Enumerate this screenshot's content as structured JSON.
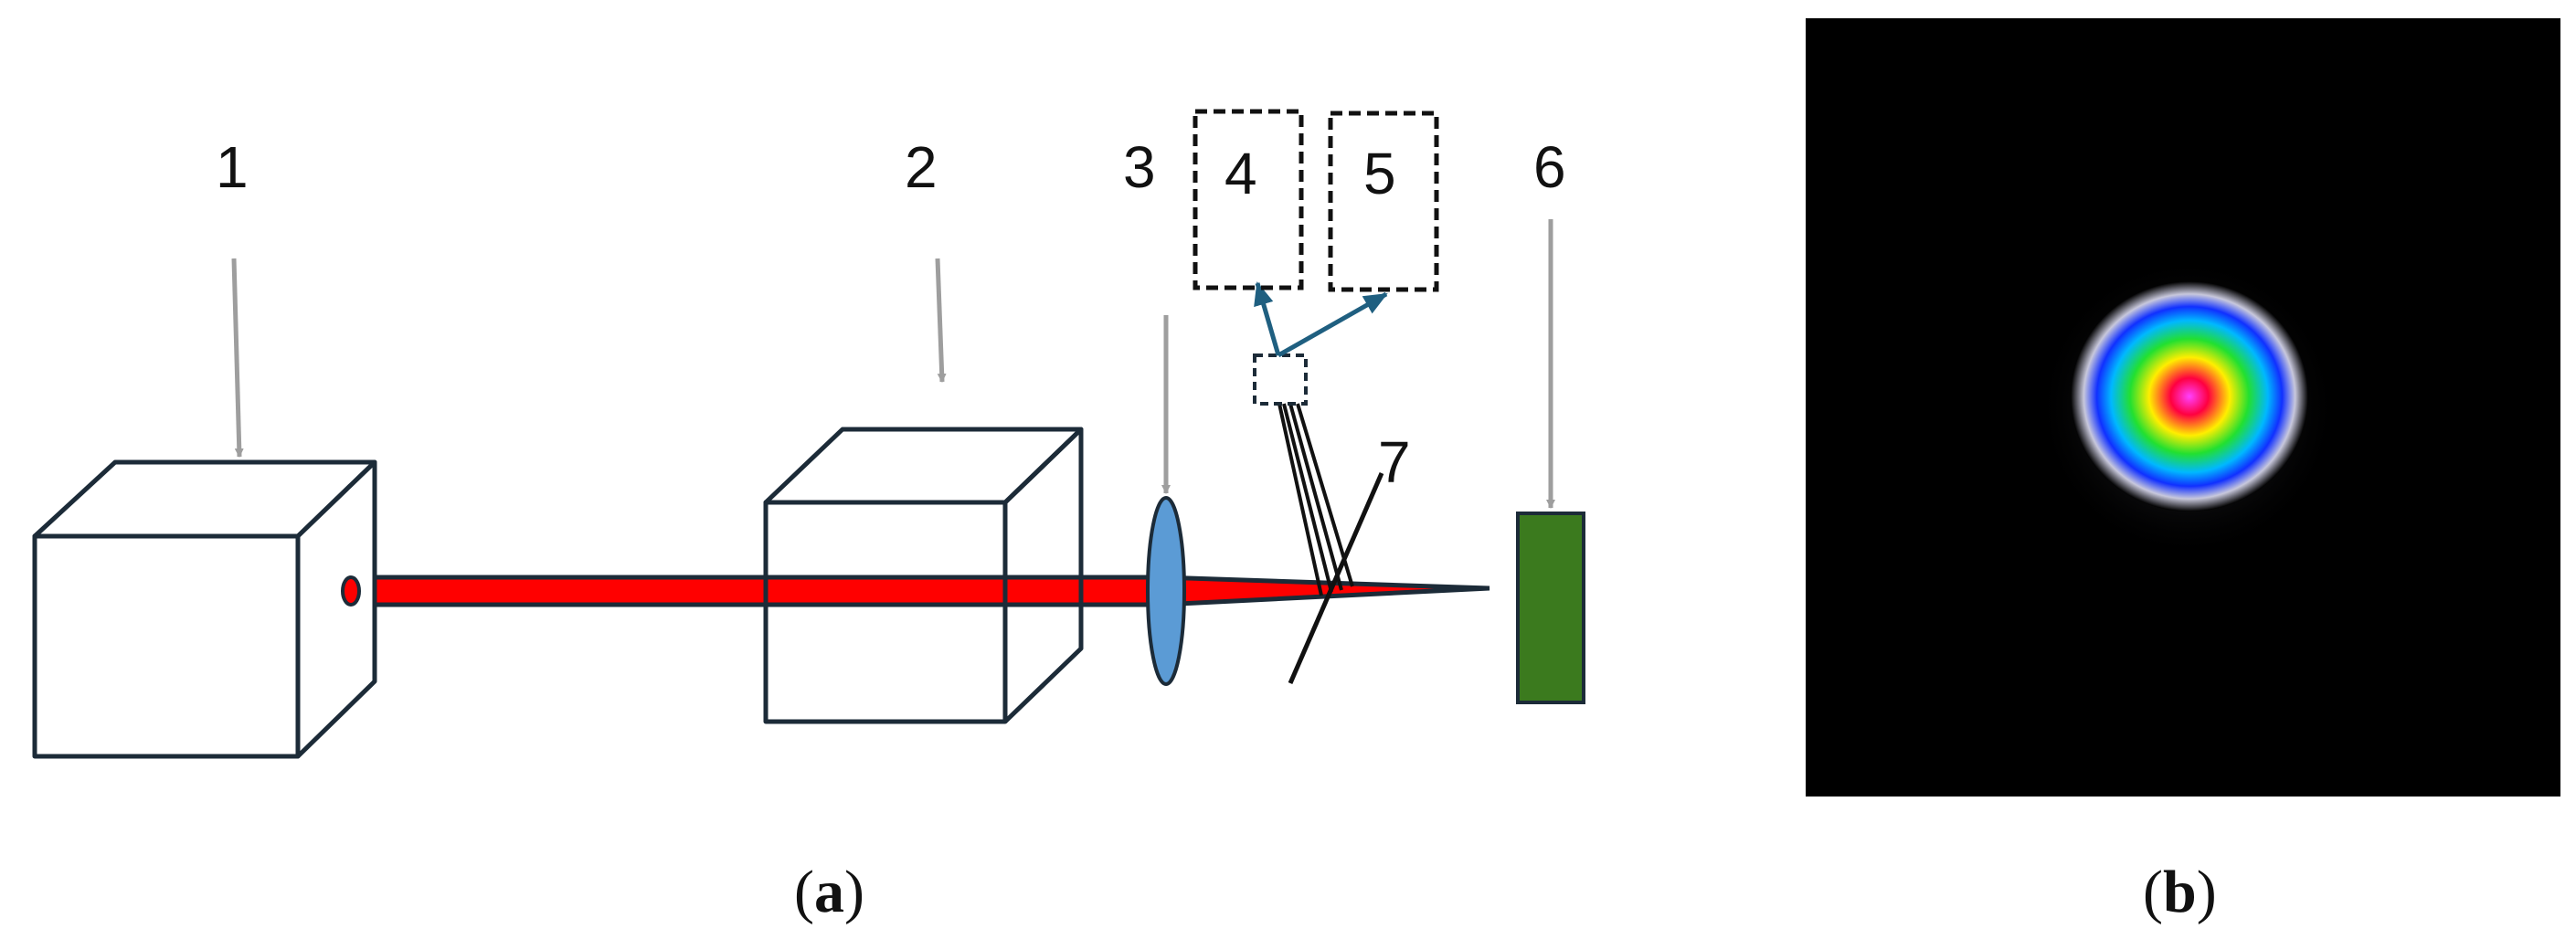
{
  "panel_a": {
    "labels": {
      "l1": "1",
      "l2": "2",
      "l3": "3",
      "l4": "4",
      "l5": "5",
      "l6": "6",
      "l7": "7"
    },
    "caption": {
      "open": "(",
      "letter": "a",
      "close": ")"
    }
  },
  "panel_b": {
    "caption": {
      "open": "(",
      "letter": "b",
      "close": ")"
    }
  },
  "colors": {
    "beam": "#ff0000",
    "lens": "#5b9bd5",
    "detector": "#3b7a1e",
    "outline": "#1c2b38",
    "pointer_arrow": "#9e9e9e",
    "signal_arrow": "#1f5f80"
  }
}
